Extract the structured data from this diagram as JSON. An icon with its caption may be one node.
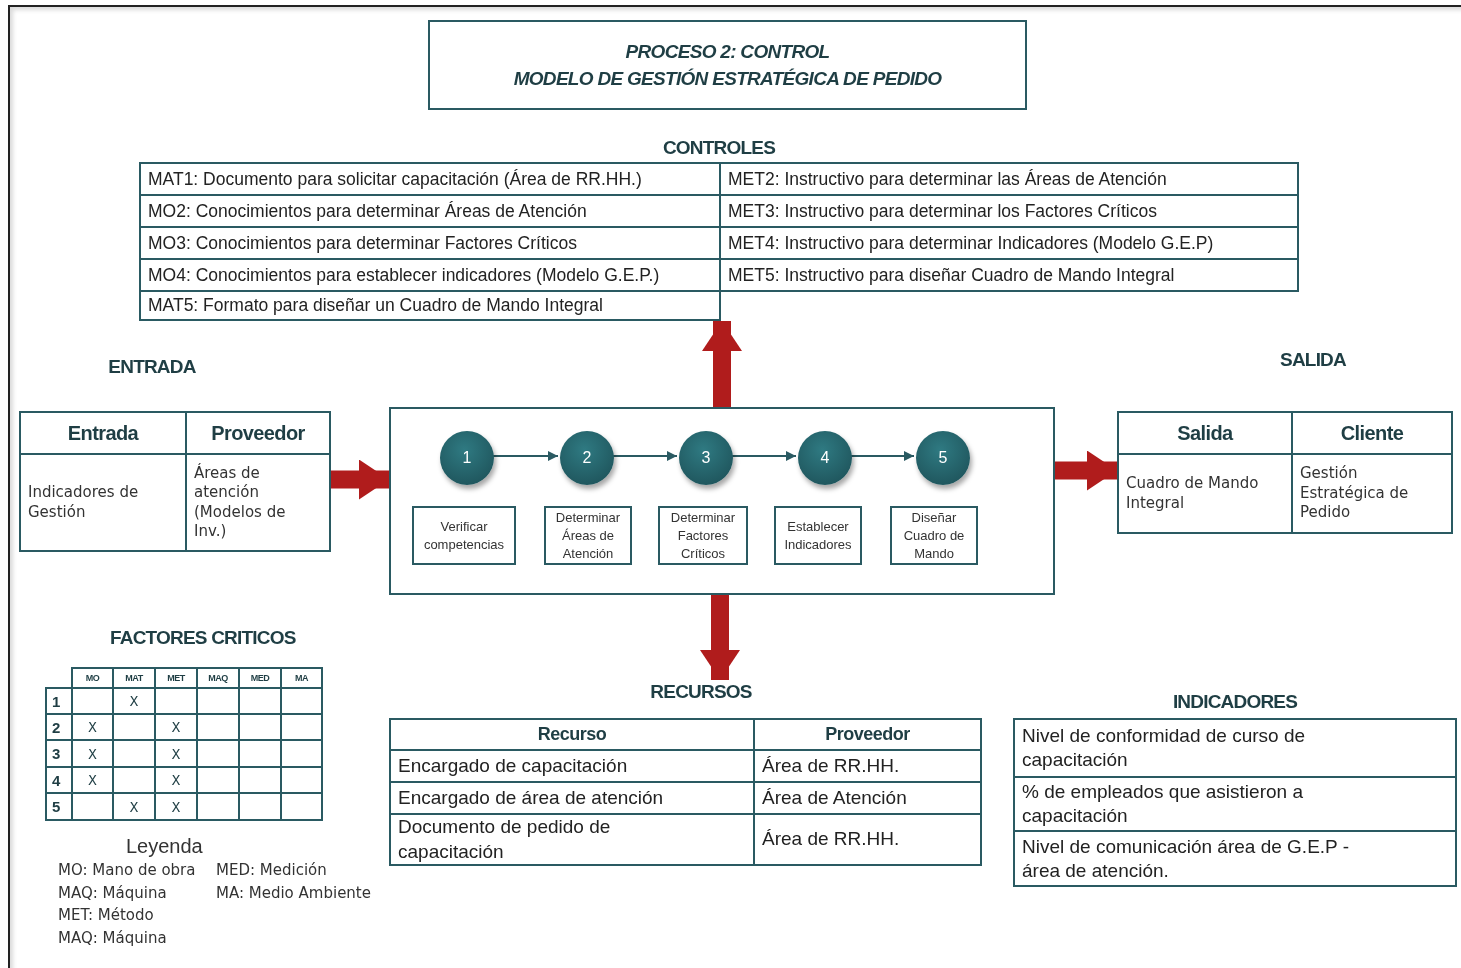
{
  "diagram": {
    "nodes": [
      {
        "text": [
          "PROCESO 2: CONTROL",
          "MODELO DE GESTIÓN ESTRATÉGICA DE PEDIDO"
        ]
      },
      {
        "text": [
          "CONTROLES",
          "MAT1: Documento para solicitar capacitación (Área de RR.HH.)",
          "MET2: Instructivo para determinar las Áreas de Atención",
          "MO2: Conocimientos para determinar Áreas de Atención",
          "MET3: Instructivo para determinar los Factores Críticos",
          "MO3: Conocimientos para determinar Factores Críticos",
          "MET4: Instructivo para determinar Indicadores (Modelo G.E.P)",
          "MO4: Conocimientos para establecer indicadores (Modelo G.E.P.)",
          "MET5: Instructivo para diseñar Cuadro de Mando Integral",
          "MAT5: Formato para diseñar un Cuadro de Mando Integral"
        ]
      },
      {
        "text": [
          "ENTRADA",
          "Entrada",
          "Proveedor",
          "Indicadores de Gestión",
          "Áreas de atención (Modelos de Inv.)"
        ]
      },
      {
        "text": [],
        "shape": "box"
      },
      {
        "text": [
          "1"
        ],
        "in": 3
      },
      {
        "text": [
          "2"
        ],
        "in": 3
      },
      {
        "text": [
          "3"
        ],
        "in": 3
      },
      {
        "text": [
          "4"
        ],
        "in": 3
      },
      {
        "text": [
          "5"
        ],
        "in": 3
      },
      {
        "text": [
          "Verificar competencias"
        ],
        "in": 3
      },
      {
        "text": [
          "Determinar Áreas de Atención"
        ],
        "in": 3
      },
      {
        "text": [
          "Determinar Factores Críticos"
        ],
        "in": 3
      },
      {
        "text": [
          "Establecer Indicadores"
        ],
        "in": 3
      },
      {
        "text": [
          "Diseñar Cuadro de Mando"
        ],
        "in": 3
      },
      {
        "text": [
          "SALIDA",
          "Salida",
          "Cliente",
          "Cuadro de Mando Integral",
          "Gestión Estratégica de Pedido"
        ]
      },
      {
        "text": [
          "RECURSOS",
          "Recurso",
          "Proveedor",
          "Encargado de capacitación",
          "Área de RR.HH.",
          "Encargado de área de atención",
          "Área de Atención",
          "Documento de pedido de capacitación",
          "Área de RR.HH."
        ]
      },
      {
        "text": [
          "INDICADORES",
          "Nivel de conformidad de curso de capacitación",
          "% de empleados que asistieron a capacitación",
          "Nivel de comunicación área de G.E.P - área de atención."
        ]
      }
    ],
    "edges": [
      {
        "from": 2,
        "to": 3,
        "arrow": "to",
        "style": "thick",
        "color": "#b01c1c"
      },
      {
        "from": 3,
        "to": 14,
        "arrow": "to",
        "style": "thick",
        "color": "#b01c1c"
      },
      {
        "from": 3,
        "to": 1,
        "arrow": "to",
        "style": "thick",
        "color": "#b01c1c"
      },
      {
        "from": 3,
        "to": 15,
        "arrow": "to",
        "style": "thick",
        "color": "#b01c1c"
      },
      {
        "from": 4,
        "to": 5,
        "arrow": "to",
        "color": "#2a5a62"
      },
      {
        "from": 5,
        "to": 6,
        "arrow": "to",
        "color": "#2a5a62"
      },
      {
        "from": 6,
        "to": 7,
        "arrow": "to",
        "color": "#2a5a62"
      },
      {
        "from": 7,
        "to": 8,
        "arrow": "to",
        "color": "#2a5a62"
      }
    ],
    "labels": [
      "FACTORES CRITICOS",
      "MO",
      "MAT",
      "MET",
      "MAQ",
      "MED",
      "MA",
      "1",
      "X",
      "2",
      "X",
      "X",
      "3",
      "X",
      "X",
      "4",
      "X",
      "X",
      "5",
      "X",
      "X",
      "Leyenda",
      "MO: Mano de obra",
      "MED: Medición",
      "MAQ: Máquina",
      "MA: Medio Ambiente",
      "MET: Método",
      "MAQ: Máquina"
    ]
  }
}
